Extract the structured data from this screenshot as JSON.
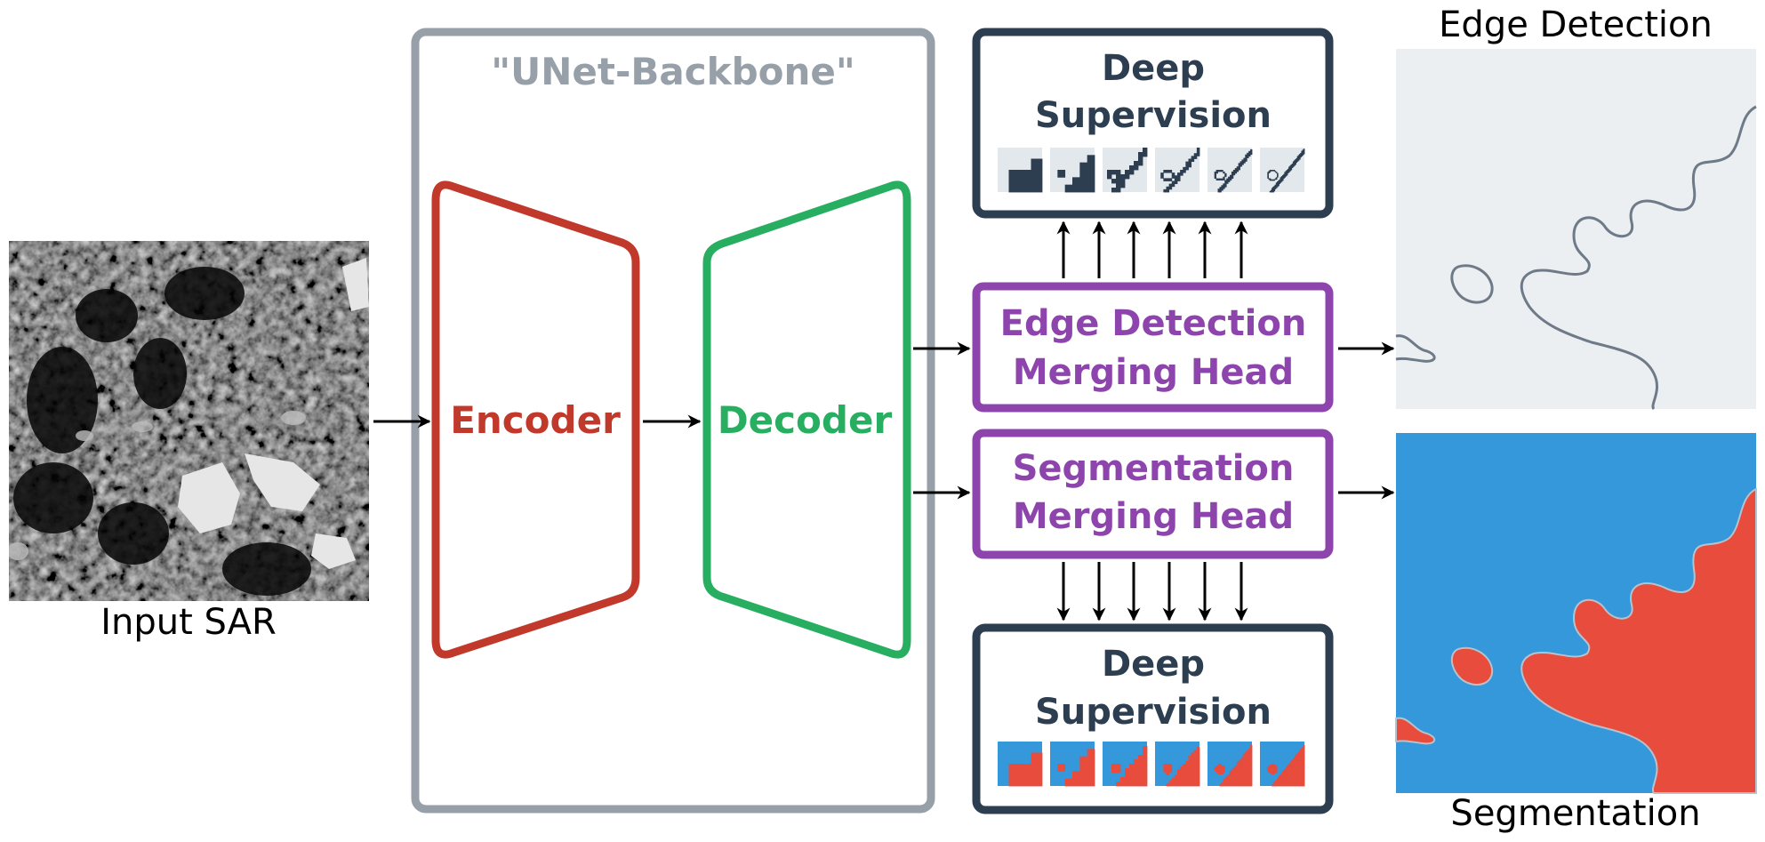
{
  "input": {
    "label": "Input SAR"
  },
  "backbone": {
    "title": "\"UNet-Backbone\"",
    "encoder": "Encoder",
    "decoder": "Decoder"
  },
  "heads": {
    "edge": {
      "line1": "Edge Detection",
      "line2": "Merging Head"
    },
    "seg": {
      "line1": "Segmentation",
      "line2": "Merging Head"
    }
  },
  "supervision_top": {
    "line1": "Deep",
    "line2": "Supervision",
    "thumbnail_count": 6
  },
  "supervision_bottom": {
    "line1": "Deep",
    "line2": "Supervision",
    "thumbnail_count": 6
  },
  "outputs": {
    "edge_label": "Edge Detection",
    "seg_label": "Segmentation"
  },
  "colors": {
    "encoder": "#c0392b",
    "decoder": "#27ae60",
    "backbone": "#979fa8",
    "head": "#8e44ad",
    "supervision": "#2c3e50",
    "seg_water": "#3498db",
    "seg_land": "#e74c3c",
    "edge_bg": "#eceff1",
    "edge_line": "#6f7a88"
  }
}
